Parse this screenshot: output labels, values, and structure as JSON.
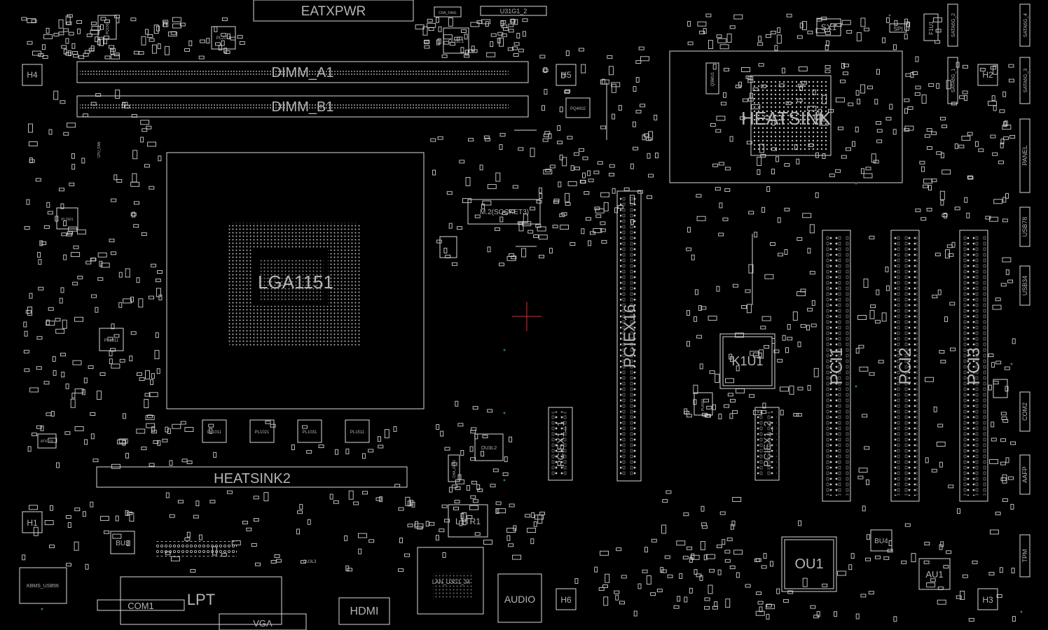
{
  "colors": {
    "background": "#000000",
    "outline": "#d8d8d8",
    "label": "#b4b4b4",
    "cursor": "#c03838",
    "via": "#2f7a4a"
  },
  "labels": {
    "eatxpwr": "EATXPWR",
    "dimm_a1": "DIMM_A1",
    "dimm_b1": "DIMM_B1",
    "socket": "LGA1151",
    "heatsink": "HEATSINK",
    "heatsink2": "HEATSINK2",
    "m2": "M.2(SOCKET3)",
    "pciex16": "PCIEX16",
    "pciex1_1": "PCIEX1_1",
    "pciex1_2": "PCIEX1_2",
    "pci1": "PCI1",
    "pci2": "PCI2",
    "pci3": "PCI3",
    "k1u1": "K1U1",
    "ou1": "OU1",
    "au1": "AU1",
    "bu3": "BU3",
    "bu4": "BU4",
    "l1tr1": "L1TR1",
    "lan": "LAN_U3G1_34",
    "audio": "AUDIO",
    "hdmi": "HDMI",
    "lpt": "LPT",
    "com1": "COM1",
    "vga": "VGA",
    "kbms": "KBMS_USB56",
    "sx1": "SX1",
    "h1": "H1",
    "h2": "H2",
    "h3": "H3",
    "h4": "H4",
    "h5": "H5",
    "h6": "H6",
    "pl1011": "PL1011",
    "pl1021": "PL1021",
    "pl1031": "PL1031",
    "pl1511": "PL1511",
    "pl1311": "PL1311",
    "pl2011": "PL2011",
    "pl1601": "PL1601",
    "pq4002": "PQ4002",
    "pq1501": "PQ1501",
    "ou3l1": "OU3L1",
    "ou3l2": "OU3L2",
    "ou3l3": "OU3L3",
    "cha_fan1": "CHA_FAN1",
    "cha_fan2": "CHA_FAN2",
    "cpu_fan": "CPU_FAN",
    "atx12v": "ATX12V",
    "u31g1_2": "U31G1_2",
    "sata6g_2": "SATA6G_2",
    "sata6g_1": "SATA6G_1",
    "sata6g_3": "SATA6G_3",
    "sata6g_4": "SATA6G_4",
    "panel": "PANEL",
    "usb78": "USB78",
    "usb34": "USB34",
    "com2": "COM2",
    "aafp": "AAFP",
    "tpm": "TPM",
    "f1u1": "F1U1",
    "spi": "SPI",
    "q5mu1": "Q5MU1",
    "pu4001": "PU4001"
  }
}
